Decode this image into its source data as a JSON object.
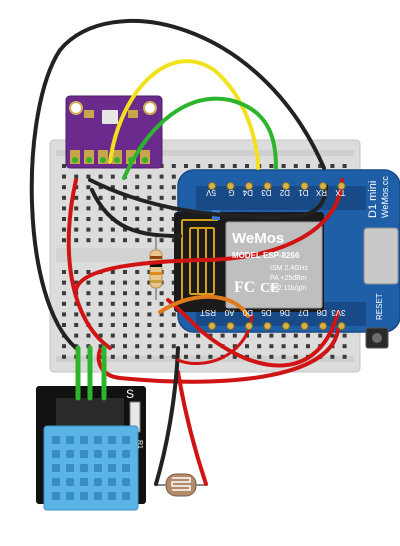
{
  "board": {
    "pins_top": [
      "TX",
      "RX",
      "D1",
      "D2",
      "D3",
      "D4",
      "G",
      "5V"
    ],
    "pins_bottom": [
      "RST",
      "A0",
      "D0",
      "D5",
      "D6",
      "D7",
      "D8",
      "3V3"
    ],
    "side_title": "D1 mini",
    "side_url": "WeMos.cc",
    "logo": "WeMos",
    "module_line1": "MODEL   ESP-8266",
    "module_line2": "ISM 2.4GHz",
    "module_line3": "PA +25dBm",
    "module_line4": "802.11b/g/n",
    "reset_label": "RESET"
  },
  "dht": {
    "pin_label": "S",
    "r_label": "R1"
  },
  "colors": {
    "wemos_blue": "#1f5fa8",
    "module_black": "#1b1b1b",
    "breadboard": "#dcdcdc",
    "bme_purple": "#6a2b8c",
    "dht_blue": "#5bb4e6",
    "wire_red": "#d01414",
    "wire_black": "#222222",
    "wire_yellow": "#f2e21e",
    "wire_green": "#2db52d",
    "wire_orange": "#e07a1a"
  },
  "icons": [
    "fcc-logo",
    "ce-logo",
    "reset-button",
    "wifi-antenna"
  ]
}
